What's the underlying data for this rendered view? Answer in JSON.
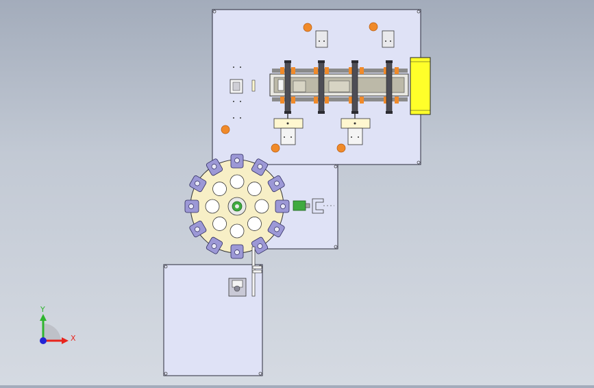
{
  "viewport": {
    "background_top": "#a3acbb",
    "background_bottom": "#d5dae2"
  },
  "colors": {
    "plate_fill": "#dfe2f6",
    "plate_stroke": "#2a2a3a",
    "turntable_fill": "#f7efc6",
    "fixture_fill": "#9c98d6",
    "marker_orange": "#f08a2a",
    "cylinder_yellow": "#ffff2a",
    "hub_green": "#3faa3f",
    "rail_gray": "#bcb9a8",
    "shaft_dark": "#4d4d55"
  },
  "triad": {
    "x_label": "X",
    "y_label": "Y",
    "x_color": "#e8251e",
    "y_color": "#2fb52f",
    "z_color": "#2323d6"
  },
  "turntable": {
    "fixture_count": 12,
    "hole_count": 8
  }
}
